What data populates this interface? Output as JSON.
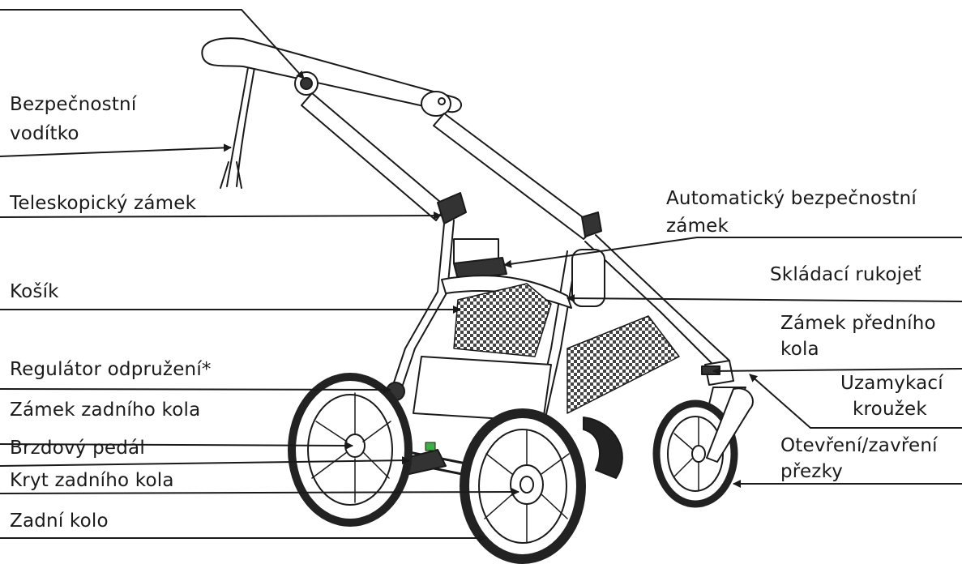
{
  "labels": {
    "safety_strap_l1": "Bezpečnostní",
    "safety_strap_l2": "vodítko",
    "telescopic_lock": "Teleskopický zámek",
    "basket": "Košík",
    "suspension": "Regulátor odpružení*",
    "rear_wheel_lock": "Zámek zadního kola",
    "brake_pedal": "Brzdový pedál",
    "rear_wheel_cover": "Kryt zadního kola",
    "rear_wheel": "Zadní kolo",
    "auto_lock_l1": "Automatický bezpečnostní",
    "auto_lock_l2": "zámek",
    "folding_handle": "Skládací rukojeť",
    "front_wheel_lock_l1": "Zámek předního",
    "front_wheel_lock_l2": "kola",
    "locking_ring_l1": "Uzamykací",
    "locking_ring_l2": "kroužek",
    "buckle_l1": "Otevření/zavření",
    "buckle_l2": "přezky"
  },
  "colors": {
    "ink": "#1a1a1a",
    "frame_fill": "#ffffff",
    "basket_mesh": "#555555",
    "accent_green": "#3cb043",
    "tyre": "#222222"
  }
}
